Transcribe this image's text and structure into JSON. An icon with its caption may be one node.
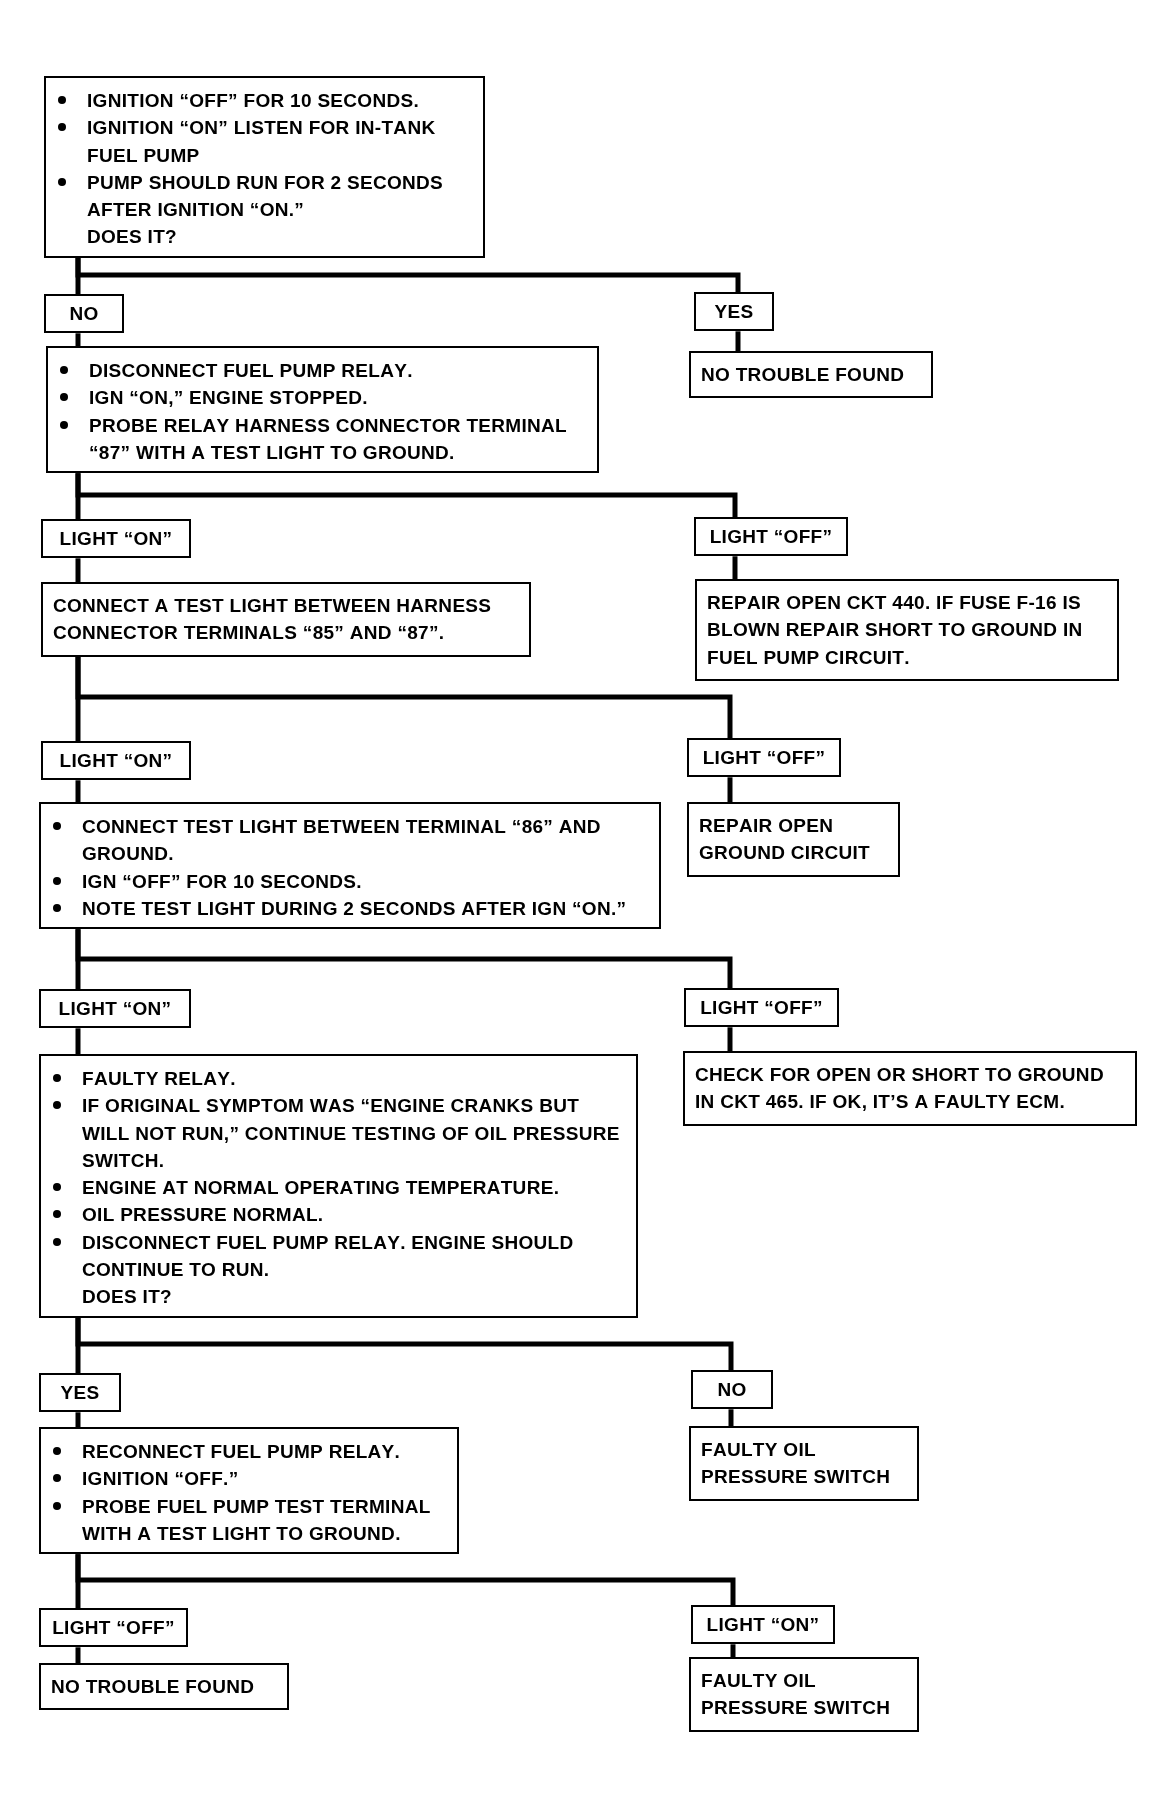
{
  "diagram": {
    "nodes": [
      {
        "text": [
          "IGNITION “OFF” FOR 10 SECONDS.",
          "IGNITION “ON” LISTEN FOR IN-TANK FUEL PUMP",
          "PUMP SHOULD RUN FOR 2 SECONDS AFTER IGNITION “ON.”",
          "DOES IT?"
        ]
      },
      {
        "text": [
          "NO"
        ]
      },
      {
        "text": [
          "YES"
        ]
      },
      {
        "text": [
          "DISCONNECT FUEL PUMP RELAY.",
          "IGN “ON,” ENGINE STOPPED.",
          "PROBE RELAY HARNESS CONNECTOR TERMINAL “87” WITH A TEST LIGHT TO GROUND."
        ]
      },
      {
        "text": [
          "NO TROUBLE FOUND"
        ]
      },
      {
        "text": [
          "LIGHT “ON”"
        ]
      },
      {
        "text": [
          "LIGHT “OFF”"
        ]
      },
      {
        "text": [
          "CONNECT A TEST LIGHT BETWEEN HARNESS CONNECTOR TERMINALS “85” AND “87”."
        ]
      },
      {
        "text": [
          "REPAIR OPEN CKT 440. IF FUSE F-16 IS BLOWN REPAIR SHORT TO GROUND IN FUEL PUMP CIRCUIT."
        ]
      },
      {
        "text": [
          "LIGHT “ON”"
        ]
      },
      {
        "text": [
          "LIGHT “OFF”"
        ]
      },
      {
        "text": [
          "CONNECT TEST LIGHT BETWEEN TERMINAL “86” AND GROUND.",
          "IGN “OFF” FOR 10 SECONDS.",
          "NOTE TEST LIGHT DURING 2 SECONDS AFTER IGN “ON.”"
        ]
      },
      {
        "text": [
          "REPAIR OPEN GROUND CIRCUIT"
        ]
      },
      {
        "text": [
          "LIGHT “ON”"
        ]
      },
      {
        "text": [
          "LIGHT “OFF”"
        ]
      },
      {
        "text": [
          "FAULTY RELAY.",
          "IF ORIGINAL SYMPTOM WAS “ENGINE CRANKS BUT WILL NOT RUN,” CONTINUE TESTING OF OIL PRESSURE SWITCH.",
          "ENGINE AT NORMAL OPERATING TEMPERATURE.",
          "OIL PRESSURE NORMAL.",
          "DISCONNECT FUEL PUMP RELAY. ENGINE SHOULD CONTINUE TO RUN.",
          "DOES IT?"
        ]
      },
      {
        "text": [
          "CHECK FOR OPEN OR SHORT TO GROUND IN CKT 465. IF OK, IT’S A FAULTY ECM."
        ]
      },
      {
        "text": [
          "YES"
        ]
      },
      {
        "text": [
          "NO"
        ]
      },
      {
        "text": [
          "RECONNECT FUEL PUMP RELAY.",
          "IGNITION “OFF.”",
          "PROBE FUEL PUMP TEST TERMINAL WITH A TEST LIGHT TO GROUND."
        ]
      },
      {
        "text": [
          "FAULTY OIL PRESSURE SWITCH"
        ]
      },
      {
        "text": [
          "LIGHT “OFF”"
        ]
      },
      {
        "text": [
          "LIGHT “ON”"
        ]
      },
      {
        "text": [
          "NO TROUBLE FOUND"
        ]
      },
      {
        "text": [
          "FAULTY OIL PRESSURE SWITCH"
        ]
      }
    ],
    "edges": [
      {
        "from": 0,
        "to": 1,
        "arrow": "none"
      },
      {
        "from": 0,
        "to": 2,
        "arrow": "none"
      },
      {
        "from": 1,
        "to": 3,
        "arrow": "none"
      },
      {
        "from": 2,
        "to": 4,
        "arrow": "none"
      },
      {
        "from": 3,
        "to": 5,
        "arrow": "none"
      },
      {
        "from": 3,
        "to": 6,
        "arrow": "none"
      },
      {
        "from": 5,
        "to": 7,
        "arrow": "none"
      },
      {
        "from": 6,
        "to": 8,
        "arrow": "none"
      },
      {
        "from": 7,
        "to": 9,
        "arrow": "none"
      },
      {
        "from": 7,
        "to": 10,
        "arrow": "none"
      },
      {
        "from": 9,
        "to": 11,
        "arrow": "none"
      },
      {
        "from": 10,
        "to": 12,
        "arrow": "none"
      },
      {
        "from": 11,
        "to": 13,
        "arrow": "none"
      },
      {
        "from": 11,
        "to": 14,
        "arrow": "none"
      },
      {
        "from": 13,
        "to": 15,
        "arrow": "none"
      },
      {
        "from": 14,
        "to": 16,
        "arrow": "none"
      },
      {
        "from": 15,
        "to": 17,
        "arrow": "none"
      },
      {
        "from": 15,
        "to": 18,
        "arrow": "none"
      },
      {
        "from": 17,
        "to": 19,
        "arrow": "none"
      },
      {
        "from": 18,
        "to": 20,
        "arrow": "none"
      },
      {
        "from": 19,
        "to": 21,
        "arrow": "none"
      },
      {
        "from": 19,
        "to": 22,
        "arrow": "none"
      },
      {
        "from": 21,
        "to": 23,
        "arrow": "none"
      },
      {
        "from": 22,
        "to": 24,
        "arrow": "none"
      }
    ]
  }
}
